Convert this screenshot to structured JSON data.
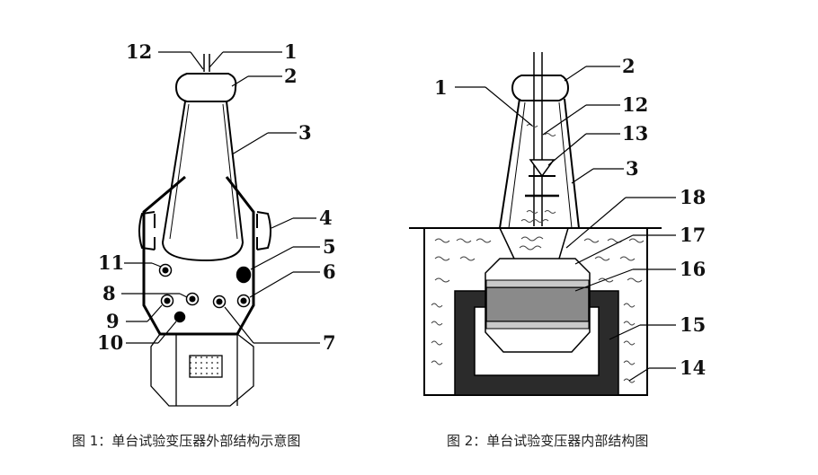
{
  "figure1": {
    "caption": "图 1：单台试验变压器外部结构示意图",
    "labels": [
      "12",
      "1",
      "2",
      "3",
      "4",
      "5",
      "6",
      "11",
      "8",
      "9",
      "10",
      "7"
    ]
  },
  "figure2": {
    "caption": "图 2：单台试验变压器内部结构图",
    "labels": [
      "2",
      "1",
      "12",
      "13",
      "3",
      "18",
      "17",
      "16",
      "15",
      "14"
    ]
  }
}
